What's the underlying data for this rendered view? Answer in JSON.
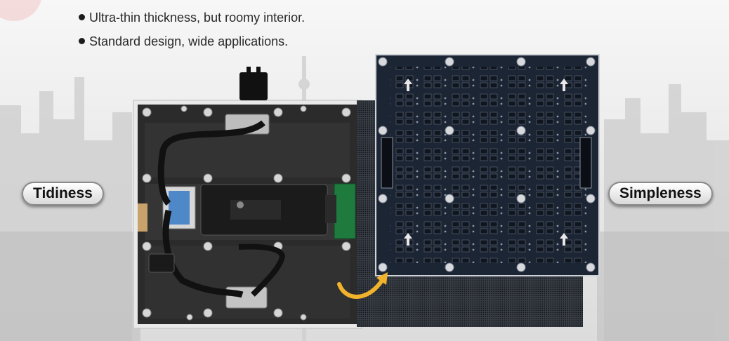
{
  "bullets": [
    "Ultra-thin thickness, but roomy interior.",
    "Standard design, wide applications."
  ],
  "labels": {
    "left": "Tidiness",
    "right": "Simpleness"
  },
  "colors": {
    "cabinet_frame": "#2b2b2b",
    "pcb": "#1c2534",
    "arrow": "#f1b32b"
  }
}
